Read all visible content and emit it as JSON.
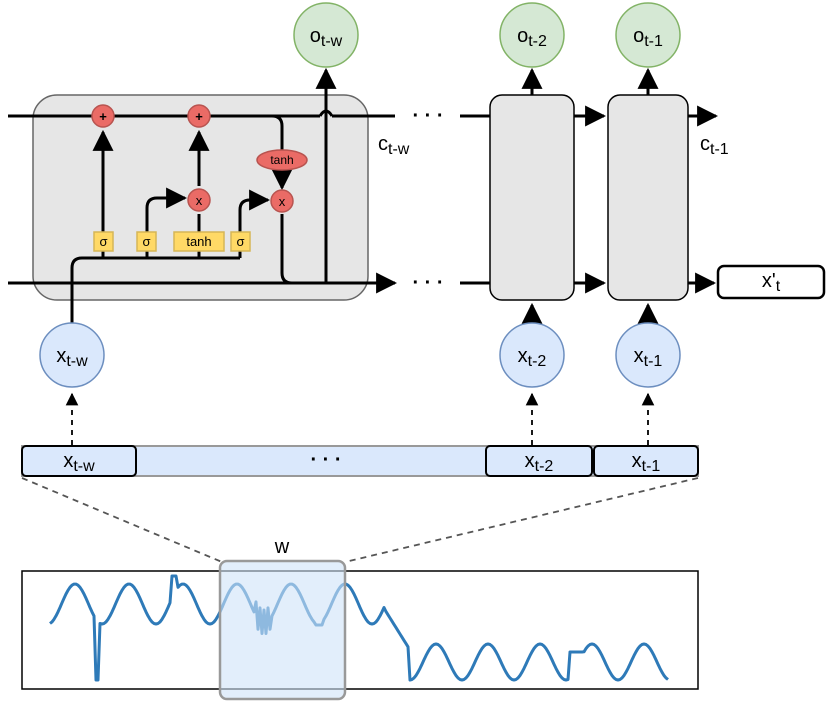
{
  "diagram": {
    "outputs": [
      {
        "base": "o",
        "sub": "t-w"
      },
      {
        "base": "o",
        "sub": "t-2"
      },
      {
        "base": "o",
        "sub": "t-1"
      }
    ],
    "inputs": [
      {
        "base": "x",
        "sub": "t-w"
      },
      {
        "base": "x",
        "sub": "t-2"
      },
      {
        "base": "x",
        "sub": "t-1"
      }
    ],
    "cell_states": [
      {
        "base": "c",
        "sub": "t-w"
      },
      {
        "base": "c",
        "sub": "t-1"
      }
    ],
    "prediction": {
      "base": "x'",
      "sub": "t"
    },
    "gates": {
      "plus": "+",
      "times": "x",
      "sigma": "σ",
      "tanh": "tanh"
    },
    "ellipsis": "· · ·",
    "window": {
      "label": "w",
      "cells": [
        {
          "base": "x",
          "sub": "t-w"
        },
        {
          "base": "x",
          "sub": "t-2"
        },
        {
          "base": "x",
          "sub": "t-1"
        }
      ],
      "ellipsis": "· · ·"
    }
  },
  "colors": {
    "cell_fill": "#e6e6e6",
    "cell_stroke": "#666666",
    "output_fill": "#d5e8d4",
    "output_stroke": "#82b366",
    "input_fill": "#dae8fc",
    "input_stroke": "#6c8ebf",
    "op_fill": "#ea6b66",
    "op_stroke": "#b85450",
    "gate_fill": "#ffd966",
    "gate_stroke": "#d6b656",
    "series": "#2e7ab8",
    "window_fill": "#cfe2f8"
  }
}
